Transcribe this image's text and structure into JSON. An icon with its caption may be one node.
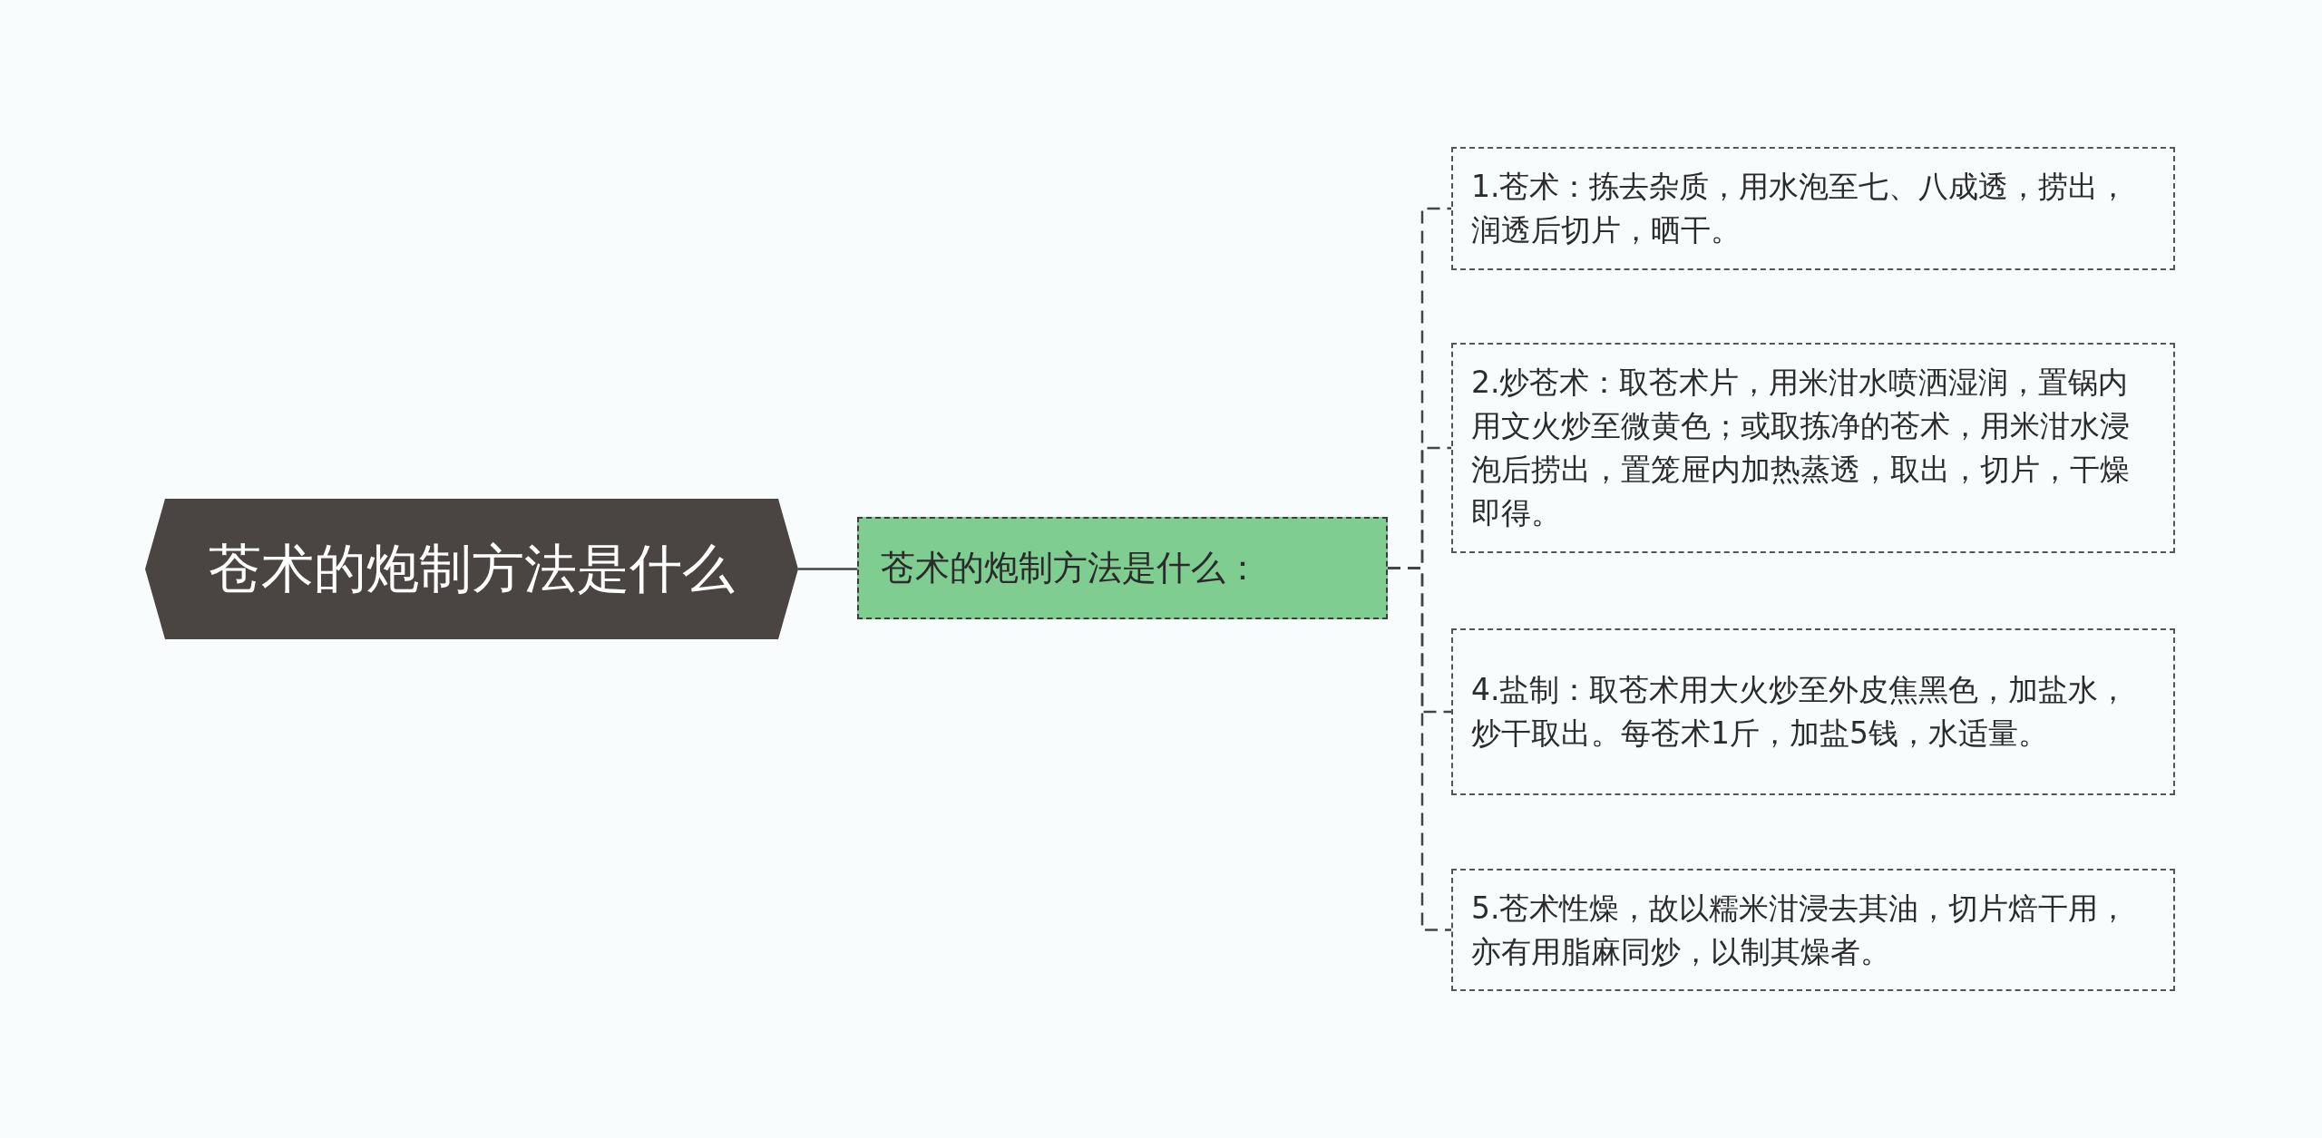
{
  "diagram": {
    "nodes": [
      {
        "text": [
          "苍术的炮制方法是什么"
        ]
      },
      {
        "text": [
          "苍术的炮制方法是什么："
        ]
      },
      {
        "text": [
          "1.苍术：拣去杂质，用水泡至七、八成透，捞出，润透后切片，晒干。"
        ]
      },
      {
        "text": [
          "2.炒苍术：取苍术片，用米泔水喷洒湿润，置锅内用文火炒至微黄色；或取拣净的苍术，用米泔水浸泡后捞出，置笼屉内加热蒸透，取出，切片，干燥即得。"
        ]
      },
      {
        "text": [
          "4.盐制：取苍术用大火炒至外皮焦黑色，加盐水，炒干取出。每苍术1斤，加盐5钱，水适量。"
        ]
      },
      {
        "text": [
          "5.苍术性燥，故以糯米泔浸去其油，切片焙干用，亦有用脂麻同炒，以制其燥者。"
        ]
      }
    ],
    "edges": [
      {
        "from": 0,
        "to": 1,
        "arrow": "none"
      },
      {
        "from": 1,
        "to": 2,
        "arrow": "none",
        "style": "dashed"
      },
      {
        "from": 1,
        "to": 3,
        "arrow": "none",
        "style": "dashed"
      },
      {
        "from": 1,
        "to": 4,
        "arrow": "none",
        "style": "dashed"
      },
      {
        "from": 1,
        "to": 5,
        "arrow": "none",
        "style": "dashed"
      }
    ]
  }
}
